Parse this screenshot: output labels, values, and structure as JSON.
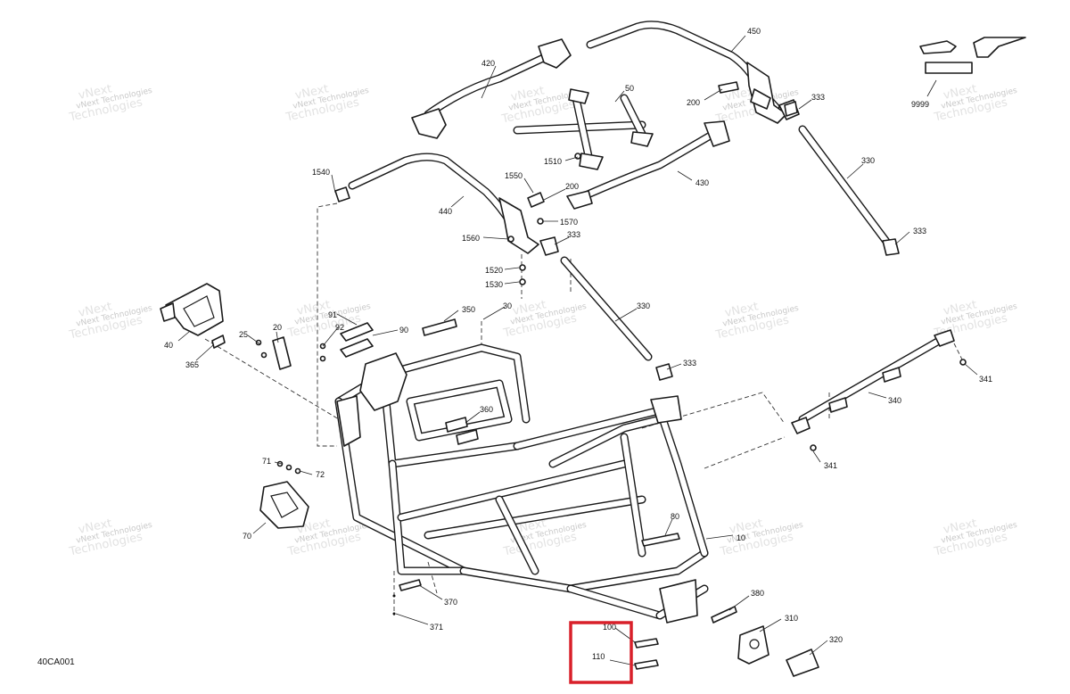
{
  "diagram": {
    "code": "40CA001",
    "labels": {
      "l420": "420",
      "l450": "450",
      "l50": "50",
      "l200a": "200",
      "l333a": "333",
      "l9999": "9999",
      "l1510": "1510",
      "l430": "430",
      "l330a": "330",
      "l1540": "1540",
      "l440": "440",
      "l1550": "1550",
      "l200b": "200",
      "l1570": "1570",
      "l1560": "1560",
      "l333b": "333",
      "l333c": "333",
      "l1520": "1520",
      "l1530": "1530",
      "l91": "91",
      "l92": "92",
      "l350": "350",
      "l30": "30",
      "l330b": "330",
      "l20": "20",
      "l90": "90",
      "l25": "25",
      "l40": "40",
      "l365": "365",
      "l333d": "333",
      "l341a": "341",
      "l360": "360",
      "l340": "340",
      "l341b": "341",
      "l71": "71",
      "l72": "72",
      "l70": "70",
      "l80": "80",
      "l10": "10",
      "l380": "380",
      "l370": "370",
      "l310": "310",
      "l371": "371",
      "l100": "100",
      "l320": "320",
      "l110": "110"
    },
    "watermark": {
      "line1": "vNext",
      "line2": "vNext Technologies",
      "line3": "Technologies"
    }
  },
  "highlight": {
    "color": "#d9202a"
  }
}
